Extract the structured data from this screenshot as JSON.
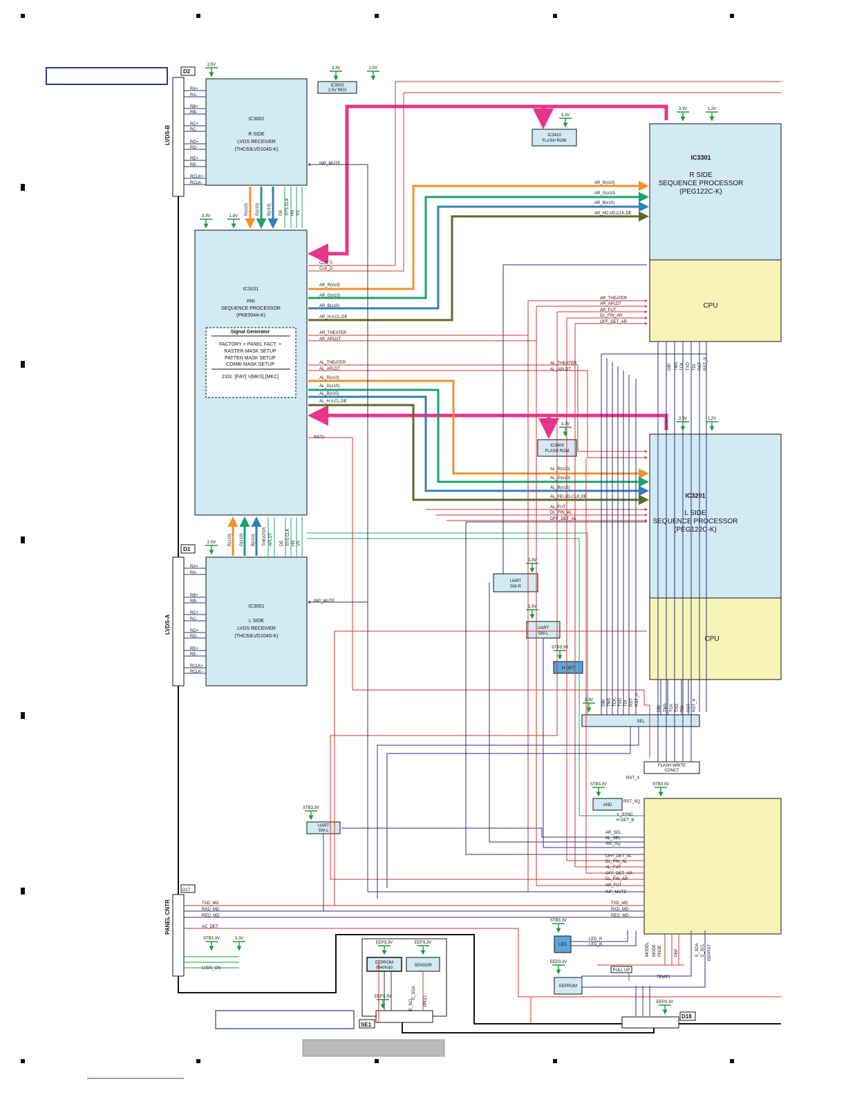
{
  "colors": {
    "box_blue": "#d1eaf3",
    "cpu_yellow": "#f8f4b8",
    "magenta": "#e8358a",
    "orange": "#f0922b",
    "green": "#1aa36b",
    "blue": "#2f7fc0",
    "olive": "#5a6a2a",
    "red": "#d6312d",
    "navy": "#2a2f7f",
    "power_green": "#1a9a3a"
  },
  "connectors": {
    "d2": "D2",
    "d1": "D1",
    "d17": "D17",
    "d18": "D18",
    "se1": "SE1",
    "lvds_b": "LVDS-B",
    "lvds_a": "LVDS-A",
    "panel_cntr": "PANEL CNTR",
    "d2_pins": [
      "RA+",
      "RA-",
      "RB+",
      "RB-",
      "RC+",
      "RC-",
      "RD+",
      "RD-",
      "RE+",
      "RE-",
      "RCLK+",
      "RCLK-"
    ],
    "d1_pins": [
      "RA+",
      "RA-",
      "RB+",
      "RB-",
      "RC+",
      "RC-",
      "RD+",
      "RD-",
      "RE+",
      "RE-",
      "RCLK+",
      "RCLK-"
    ]
  },
  "power": {
    "v25": "2.5V",
    "v33": "3.3V",
    "v18": "1.8V",
    "v12": "1.2V",
    "stb33": "STB3.3V",
    "eep33": "EEP3.3V"
  },
  "ic3002": {
    "name": "IC3002",
    "l1": "R SIDE",
    "l2": "LVDS RECEIVER",
    "l3": "(THC63LVD104S-K)"
  },
  "ic3001": {
    "name": "IC3001",
    "l1": "L SIDE",
    "l2": "LVDS RECEIVER",
    "l3": "(THC63LVD104S-K)"
  },
  "ic3003": {
    "name": "IC3003",
    "l1": "2.5V REG"
  },
  "ic3410": {
    "name": "IC3410",
    "l1": "FLASH ROM"
  },
  "ic3409": {
    "name": "IC3409",
    "l1": "FLASH ROM"
  },
  "ic3101": {
    "name": "IC3101",
    "l1": "PRI",
    "l2": "SEQUENCE PROCESSOR",
    "l3": "(PKE004A-K)",
    "sg_title": "Signal Generator",
    "sg_lines": [
      "FACTORY > PANEL FACT. >",
      "RASTER MASK SETUP",
      "PATTEN MASK SETUP",
      "COMBI MASK SETUP"
    ],
    "sg_cmd": "232c :[FAY] >[MKS],[MKC]"
  },
  "ic3301": {
    "name": "IC3301",
    "l1": "R SIDE",
    "l2": "SEQUENCE PROCESSOR",
    "l3": "(PEG122C-K)",
    "cpu": "CPU"
  },
  "ic3201": {
    "name": "IC3201",
    "l1": "L SIDE",
    "l2": "SEQUENCE PROCESSOR",
    "l3": "(PEG122C-K)",
    "cpu": "CPU"
  },
  "small_boxes": {
    "uart_sw_r": [
      "UART",
      "SW-R"
    ],
    "uart_sw_l": [
      "UART",
      "SW-L"
    ],
    "uart_sw_l2": [
      "UART",
      "SW-L"
    ],
    "h_det": "H DET",
    "sel": "SEL",
    "flash_write": [
      "FLASH WRITE",
      "CONCT"
    ],
    "and": "AND",
    "led": "LED",
    "eeprom": "EEPROM",
    "eeprom_backup": [
      "EEPROM",
      "(Backup)"
    ],
    "sensor": "SENSOR",
    "pull_up": "PULL UP"
  },
  "signals": {
    "inp_mute": "INP_MUTE",
    "r_bus": [
      "R(x10)",
      "G(x10)",
      "B(x10)",
      "DE",
      "SYS CLK",
      "HS",
      "VS"
    ],
    "l_bus": [
      "R(x10)",
      "G(x10)",
      "B(x10)",
      "THEATER",
      "APLDT",
      "DE",
      "SYS CLK",
      "HS",
      "VS"
    ],
    "clk_s": "CLK_S",
    "clk_d": "CLK_D",
    "ar_r": "AR_R(x10)",
    "ar_g": "AR_G(x10)",
    "ar_b": "AR_B(x10)",
    "ar_hvcl": "AR_H,V,CL,DE",
    "ar_hd": "AR_HD,VD,CLK,DE",
    "ar_theater": "AR_THEATER",
    "ar_apldt": "AR_APLDT",
    "ar_fut": "AR_FUT",
    "dl_fin_ar": "DL_FIN_AR",
    "off_det_ar": "OFF_DET_AR",
    "al_theater": "AL_THEATER",
    "al_apldt": "AL_APLDT",
    "al_r": "AL_R(x10)",
    "al_g": "AL_G(x10)",
    "al_b": "AL_B(x10)",
    "al_hvcl": "AL_H,V,CL,DE",
    "al_hd": "AL_HD,VD,CLK,DE",
    "al_fut": "AL_FUT",
    "dl_fin_al": "DL_FIN_AL",
    "off_det_al": "OFF_DET_AL",
    "rst2": "RST2",
    "cpu_bus": [
      "DBI",
      "TMS",
      "TCK",
      "TXD",
      "TDI",
      "RST",
      "RST_X"
    ],
    "rst_x": "RST_X",
    "rst_sq": "RST_SQ",
    "v_sync": "V_SYNC",
    "h_det_b": "H DET_B",
    "ar_sel": "AR_SEL",
    "al_sel": "AL_SEL",
    "we_sq": "WE_SQ",
    "txd_md": "TXD_MD",
    "rxd_md": "RXD_MD",
    "req_md": "REQ_MD",
    "ac_det": "AC_DET",
    "lvds_on": "LVDS_ON",
    "led_r": "LED_R",
    "led_b": "LED_B",
    "bottom_pins": [
      "MODEL",
      "MODE",
      "PNDE",
      "PBF"
    ],
    "temp1": "TEMP1",
    "e_scl": "E_SCL",
    "e_sda": "E_SDA",
    "eepbst": "EEPRST",
    "temp": "TEMP"
  }
}
